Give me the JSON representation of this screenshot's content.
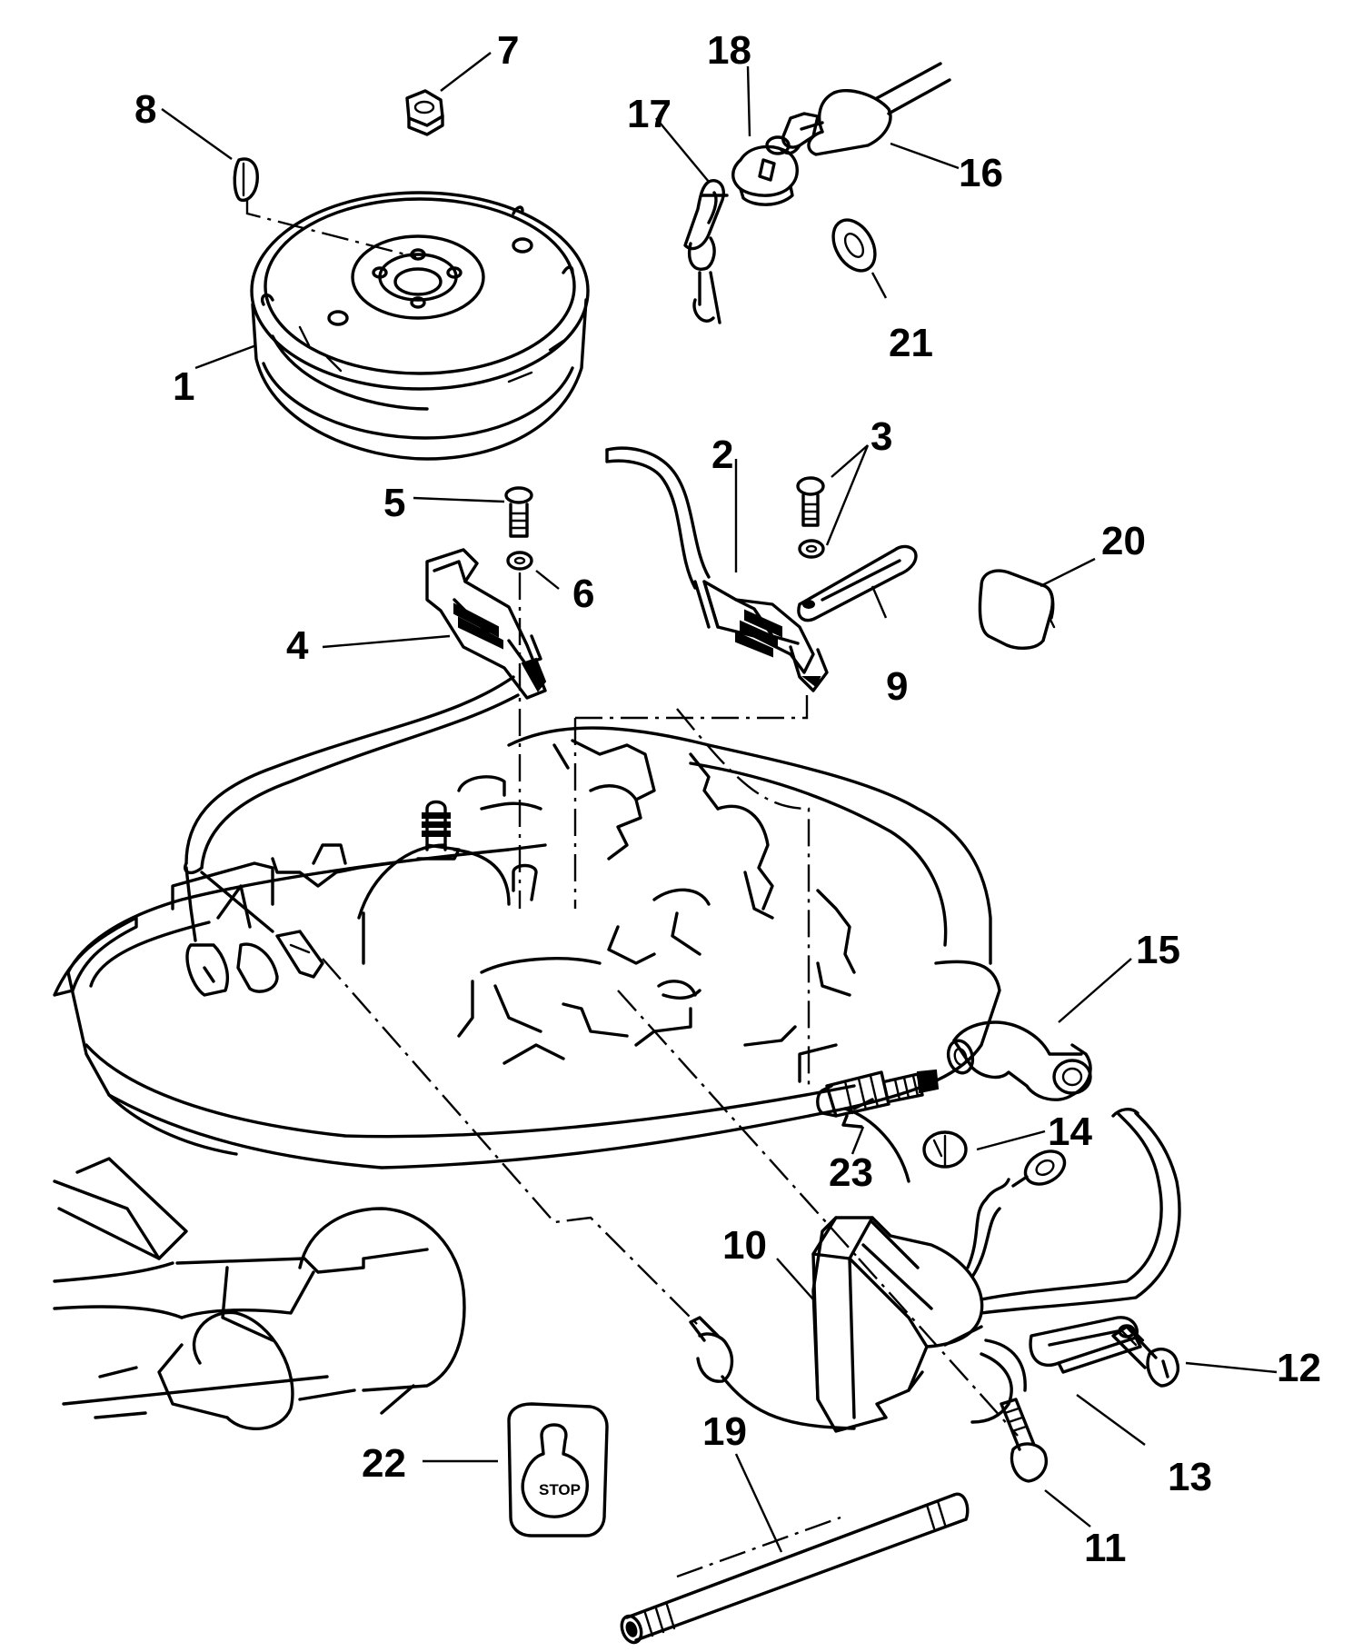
{
  "labels": [
    {
      "id": "1",
      "text": "1"
    },
    {
      "id": "2",
      "text": "2"
    },
    {
      "id": "3",
      "text": "3"
    },
    {
      "id": "4",
      "text": "4"
    },
    {
      "id": "5",
      "text": "5"
    },
    {
      "id": "6",
      "text": "6"
    },
    {
      "id": "7",
      "text": "7"
    },
    {
      "id": "8",
      "text": "8"
    },
    {
      "id": "9",
      "text": "9"
    },
    {
      "id": "10",
      "text": "10"
    },
    {
      "id": "11",
      "text": "11"
    },
    {
      "id": "12",
      "text": "12"
    },
    {
      "id": "13",
      "text": "13"
    },
    {
      "id": "14",
      "text": "14"
    },
    {
      "id": "15",
      "text": "15"
    },
    {
      "id": "16",
      "text": "16"
    },
    {
      "id": "17",
      "text": "17"
    },
    {
      "id": "18",
      "text": "18"
    },
    {
      "id": "19",
      "text": "19"
    },
    {
      "id": "20",
      "text": "20"
    },
    {
      "id": "21",
      "text": "21"
    },
    {
      "id": "22",
      "text": "22"
    },
    {
      "id": "23",
      "text": "23"
    }
  ],
  "stop_button_text": "STOP",
  "colors": {
    "line": "#000000",
    "background": "#ffffff"
  }
}
